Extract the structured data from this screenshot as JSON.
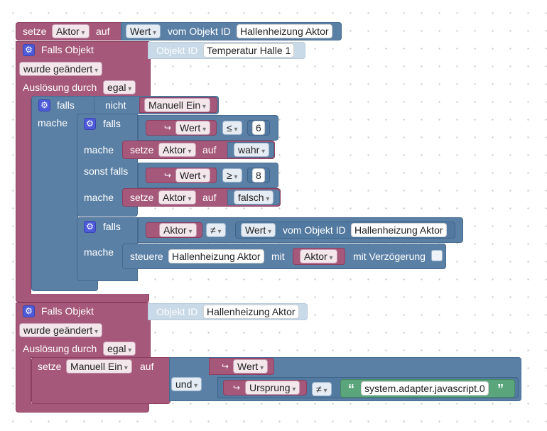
{
  "colors": {
    "maroon": "#a5587a",
    "blue": "#5b80a5",
    "green": "#5ba57c",
    "light": "#c8d9e8",
    "gear": "#4e5bd8"
  },
  "top_block": {
    "set_kw": "setze",
    "target": "Aktor",
    "on_kw": "auf",
    "attr": "Wert",
    "from_obj": "vom Objekt ID",
    "obj_id": "Hallenheizung Aktor"
  },
  "trigger1": {
    "header": "Falls Objekt",
    "obj_label": "Objekt ID",
    "obj_id": "Temperatur Halle 1",
    "changed": "wurde geändert",
    "triggered_by": "Auslösung durch",
    "trigger_val": "egal"
  },
  "if_manual": {
    "if_kw": "falls",
    "not_kw": "nicht",
    "var": "Manuell Ein",
    "do_kw": "mache"
  },
  "if_temp": {
    "if_kw": "falls",
    "arrow": "↪",
    "attr": "Wert",
    "op_le": "≤",
    "low": "6",
    "do_kw": "mache",
    "set_kw": "setze",
    "target": "Aktor",
    "on_kw": "auf",
    "true_val": "wahr",
    "elseif_kw": "sonst falls",
    "op_ge": "≥",
    "high": "8",
    "false_val": "falsch"
  },
  "if_diff": {
    "if_kw": "falls",
    "var": "Aktor",
    "op_ne": "≠",
    "attr": "Wert",
    "from_obj": "vom Objekt ID",
    "obj_id": "Hallenheizung Aktor",
    "do_kw": "mache",
    "control_kw": "steuere",
    "control_obj": "Hallenheizung Aktor",
    "with_kw": "mit",
    "with_var": "Aktor",
    "delay_label": "mit Verzögerung"
  },
  "trigger2": {
    "header": "Falls Objekt",
    "obj_label": "Objekt ID",
    "obj_id": "Hallenheizung Aktor",
    "changed": "wurde geändert",
    "triggered_by": "Auslösung durch",
    "trigger_val": "egal",
    "set_kw": "setze",
    "set_var": "Manuell Ein",
    "on_kw": "auf",
    "arrow": "↪",
    "attr": "Wert",
    "and_kw": "und",
    "origin": "Ursprung",
    "op_ne": "≠",
    "open_quote": "“",
    "string_val": "system.adapter.javascript.0",
    "close_quote": "”"
  }
}
